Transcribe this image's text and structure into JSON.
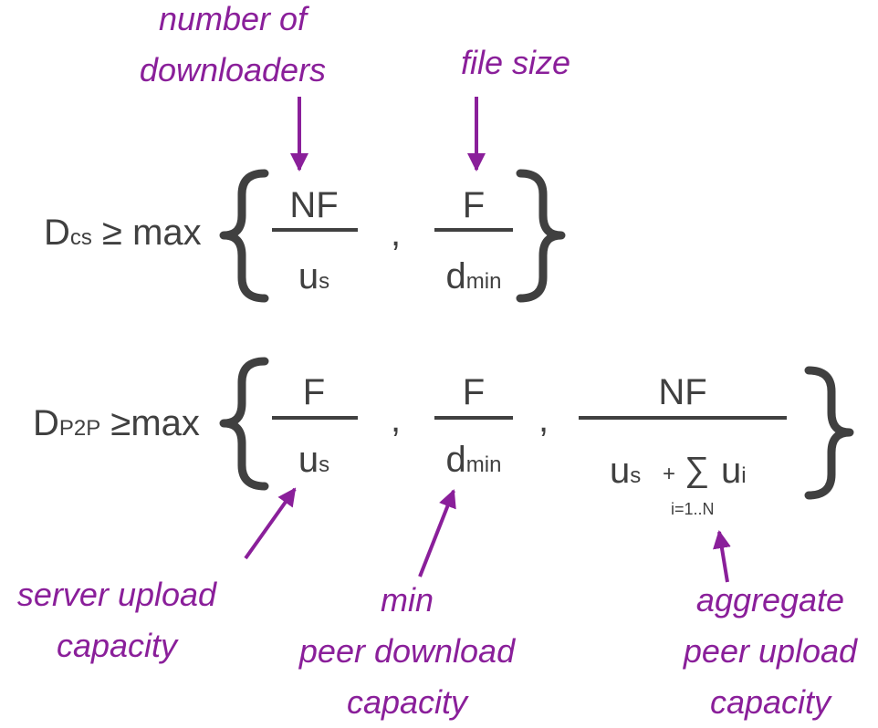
{
  "colors": {
    "text": "#404040",
    "annotation": "#8a1f9a"
  },
  "annotations": {
    "downloaders": [
      "number of",
      "downloaders"
    ],
    "file_size": "file size",
    "server_upload": [
      "server upload",
      "capacity"
    ],
    "min_download": [
      "min",
      "peer download",
      "capacity"
    ],
    "aggregate_upload": [
      "aggregate",
      "peer upload",
      "capacity"
    ]
  },
  "eq_cs": {
    "lhs": "D",
    "lhs_sub": "cs",
    "rel": "≥",
    "op": "max",
    "t1_num": "NF",
    "t1_den": "u",
    "t1_den_sub": "s",
    "comma": ",",
    "t2_num": "F",
    "t2_den": "d",
    "t2_den_sub": "min"
  },
  "eq_p2p": {
    "lhs": "D",
    "lhs_sub": "P2P",
    "rel": "≥",
    "op": "max",
    "t1_num": "F",
    "t1_den": "u",
    "t1_den_sub": "s",
    "comma1": ",",
    "t2_num": "F",
    "t2_den": "d",
    "t2_den_sub": "min",
    "comma2": ",",
    "t3_num": "NF",
    "t3_den_a": "u",
    "t3_den_a_sub": "s",
    "t3_plus": "+",
    "t3_sum": "∑",
    "t3_den_b": "u",
    "t3_den_b_sub": "i",
    "t3_sum_range": "i=1..N"
  }
}
